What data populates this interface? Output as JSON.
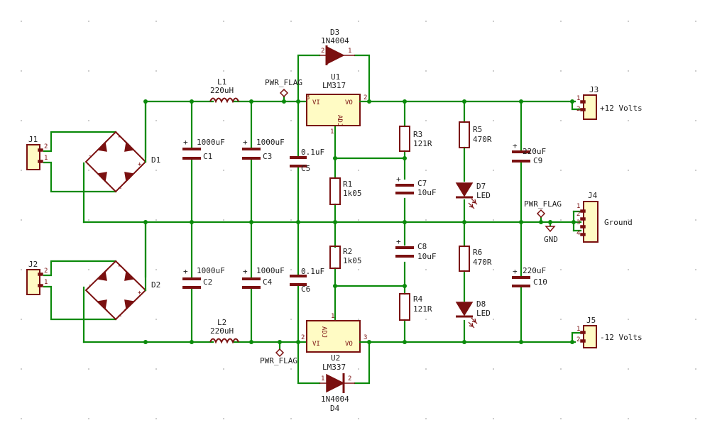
{
  "J1": {
    "ref": "J1",
    "p1": "1",
    "p2": "2"
  },
  "J2": {
    "ref": "J2",
    "p1": "1",
    "p2": "2"
  },
  "D1": {
    "ref": "D1",
    "plus": "+",
    "minus": "-",
    "ac": "~"
  },
  "D2": {
    "ref": "D2",
    "plus": "+",
    "minus": "-",
    "ac": "~"
  },
  "L1": {
    "ref": "L1",
    "value": "220uH"
  },
  "L2": {
    "ref": "L2",
    "value": "220uH"
  },
  "C1": {
    "ref": "C1",
    "value": "1000uF",
    "pol": "+"
  },
  "C2": {
    "ref": "C2",
    "value": "1000uF",
    "pol": "+"
  },
  "C3": {
    "ref": "C3",
    "value": "1000uF",
    "pol": "+"
  },
  "C4": {
    "ref": "C4",
    "value": "1000uF",
    "pol": "+"
  },
  "C5": {
    "ref": "C5",
    "value": "0.1uF"
  },
  "C6": {
    "ref": "C6",
    "value": "0.1uF"
  },
  "C7": {
    "ref": "C7",
    "value": "10uF",
    "pol": "+"
  },
  "C8": {
    "ref": "C8",
    "value": "10uF",
    "pol": "+"
  },
  "C9": {
    "ref": "C9",
    "value": "220uF",
    "pol": "+"
  },
  "C10": {
    "ref": "C10",
    "value": "220uF",
    "pol": "+"
  },
  "U1": {
    "ref": "U1",
    "value": "LM317",
    "vi": "VI",
    "vo": "VO",
    "adj": "ADJ",
    "pin_in": "3",
    "pin_out": "2",
    "pin_adj": "1"
  },
  "U2": {
    "ref": "U2",
    "value": "LM337",
    "vi": "VI",
    "vo": "VO",
    "adj": "ADJ",
    "pin_in": "2",
    "pin_out": "3",
    "pin_adj": "1"
  },
  "D3": {
    "ref": "D3",
    "value": "1N4004",
    "a": "2",
    "k": "1"
  },
  "D4": {
    "ref": "D4",
    "value": "1N4004",
    "a": "1",
    "k": "2"
  },
  "R1": {
    "ref": "R1",
    "value": "1k05"
  },
  "R2": {
    "ref": "R2",
    "value": "1k05"
  },
  "R3": {
    "ref": "R3",
    "value": "121R"
  },
  "R4": {
    "ref": "R4",
    "value": "121R"
  },
  "R5": {
    "ref": "R5",
    "value": "470R"
  },
  "R6": {
    "ref": "R6",
    "value": "470R"
  },
  "D7": {
    "ref": "D7",
    "value": "LED"
  },
  "D8": {
    "ref": "D8",
    "value": "LED"
  },
  "J3": {
    "ref": "J3",
    "label": "+12 Volts",
    "p1": "1",
    "p2": "2"
  },
  "J4": {
    "ref": "J4",
    "label": "Ground",
    "p1": "1",
    "p2": "2",
    "p3": "3",
    "p4": "4"
  },
  "J5": {
    "ref": "J5",
    "label": "-12 Volts",
    "p1": "1",
    "p2": "2"
  },
  "flags": {
    "pwr_flag": "PWR_FLAG",
    "gnd": "GND"
  }
}
